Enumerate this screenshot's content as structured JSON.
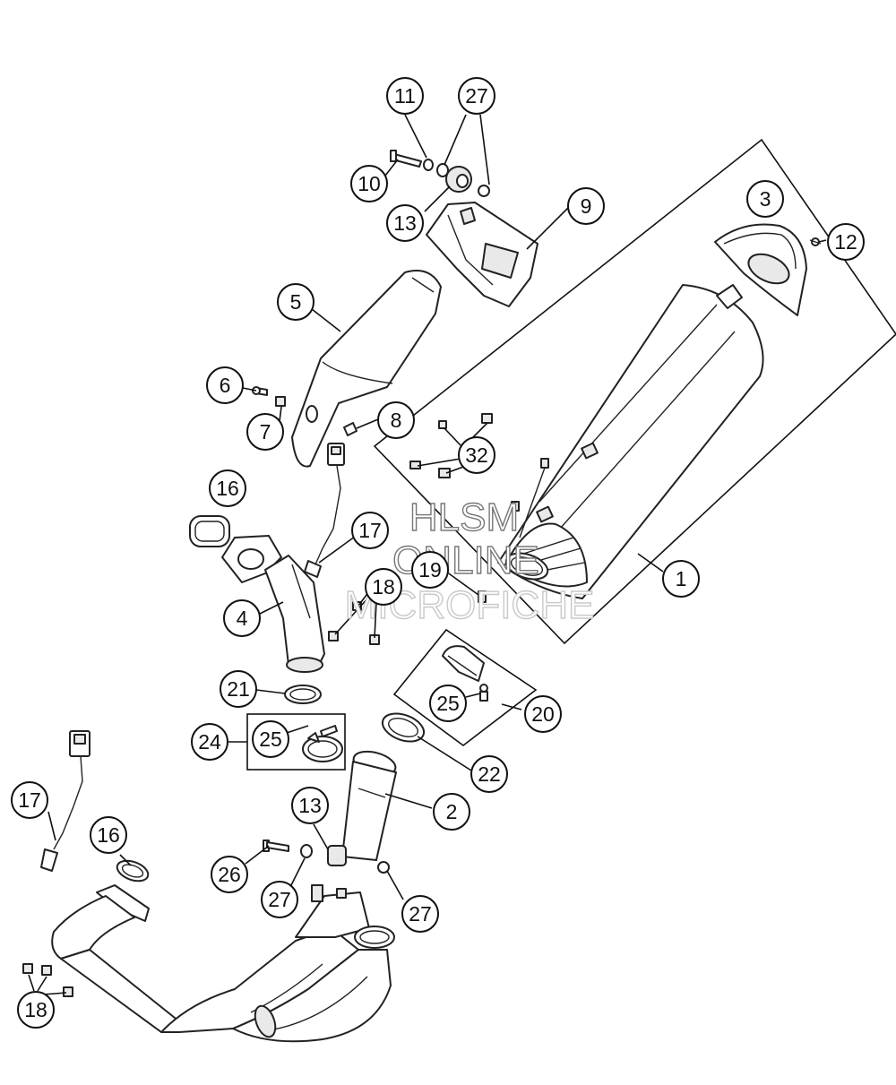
{
  "watermark": {
    "line1": "HLSM",
    "line2": "ONLINE",
    "line3": "MICROFICHE"
  },
  "callouts": [
    {
      "label": "11"
    },
    {
      "label": "27"
    },
    {
      "label": "10"
    },
    {
      "label": "13"
    },
    {
      "label": "9"
    },
    {
      "label": "3"
    },
    {
      "label": "12"
    },
    {
      "label": "5"
    },
    {
      "label": "6"
    },
    {
      "label": "7"
    },
    {
      "label": "8"
    },
    {
      "label": "32"
    },
    {
      "label": "16"
    },
    {
      "label": "17"
    },
    {
      "label": "4"
    },
    {
      "label": "18"
    },
    {
      "label": "19"
    },
    {
      "label": "1"
    },
    {
      "label": "21"
    },
    {
      "label": "25"
    },
    {
      "label": "24"
    },
    {
      "label": "25"
    },
    {
      "label": "20"
    },
    {
      "label": "22"
    },
    {
      "label": "2"
    },
    {
      "label": "17"
    },
    {
      "label": "13"
    },
    {
      "label": "16"
    },
    {
      "label": "26"
    },
    {
      "label": "27"
    },
    {
      "label": "27"
    },
    {
      "label": "18"
    }
  ]
}
